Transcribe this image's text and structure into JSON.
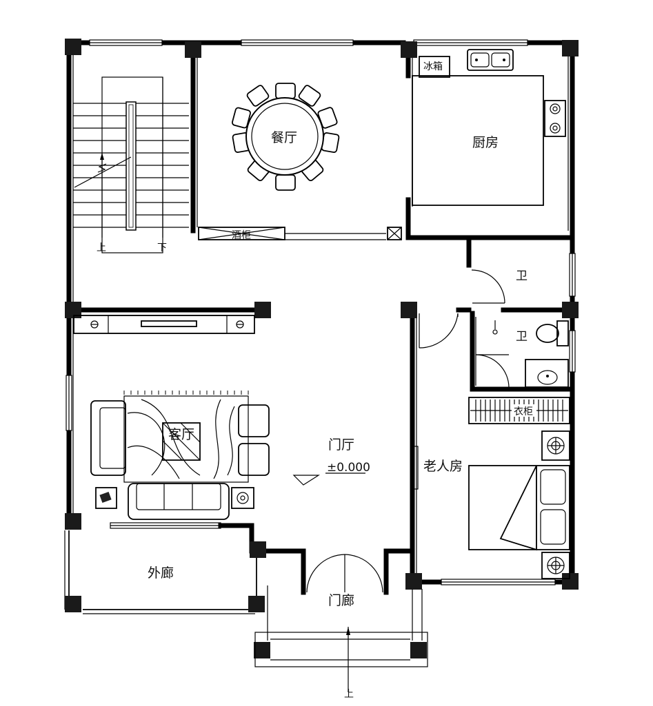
{
  "rooms": {
    "dining": "餐厅",
    "kitchen": "厨房",
    "fridge": "冰箱",
    "wine_cabinet": "酒柜",
    "bathroom_upper": "卫",
    "bathroom_lower": "卫",
    "living_room": "客厅",
    "foyer": "门厅",
    "elevation": "±0.000",
    "elder_room": "老人房",
    "wardrobe": "衣柜",
    "veranda": "外廊",
    "porch": "门廊"
  },
  "stairs": {
    "up": "上",
    "down": "下"
  },
  "entrance_arrow": "上"
}
